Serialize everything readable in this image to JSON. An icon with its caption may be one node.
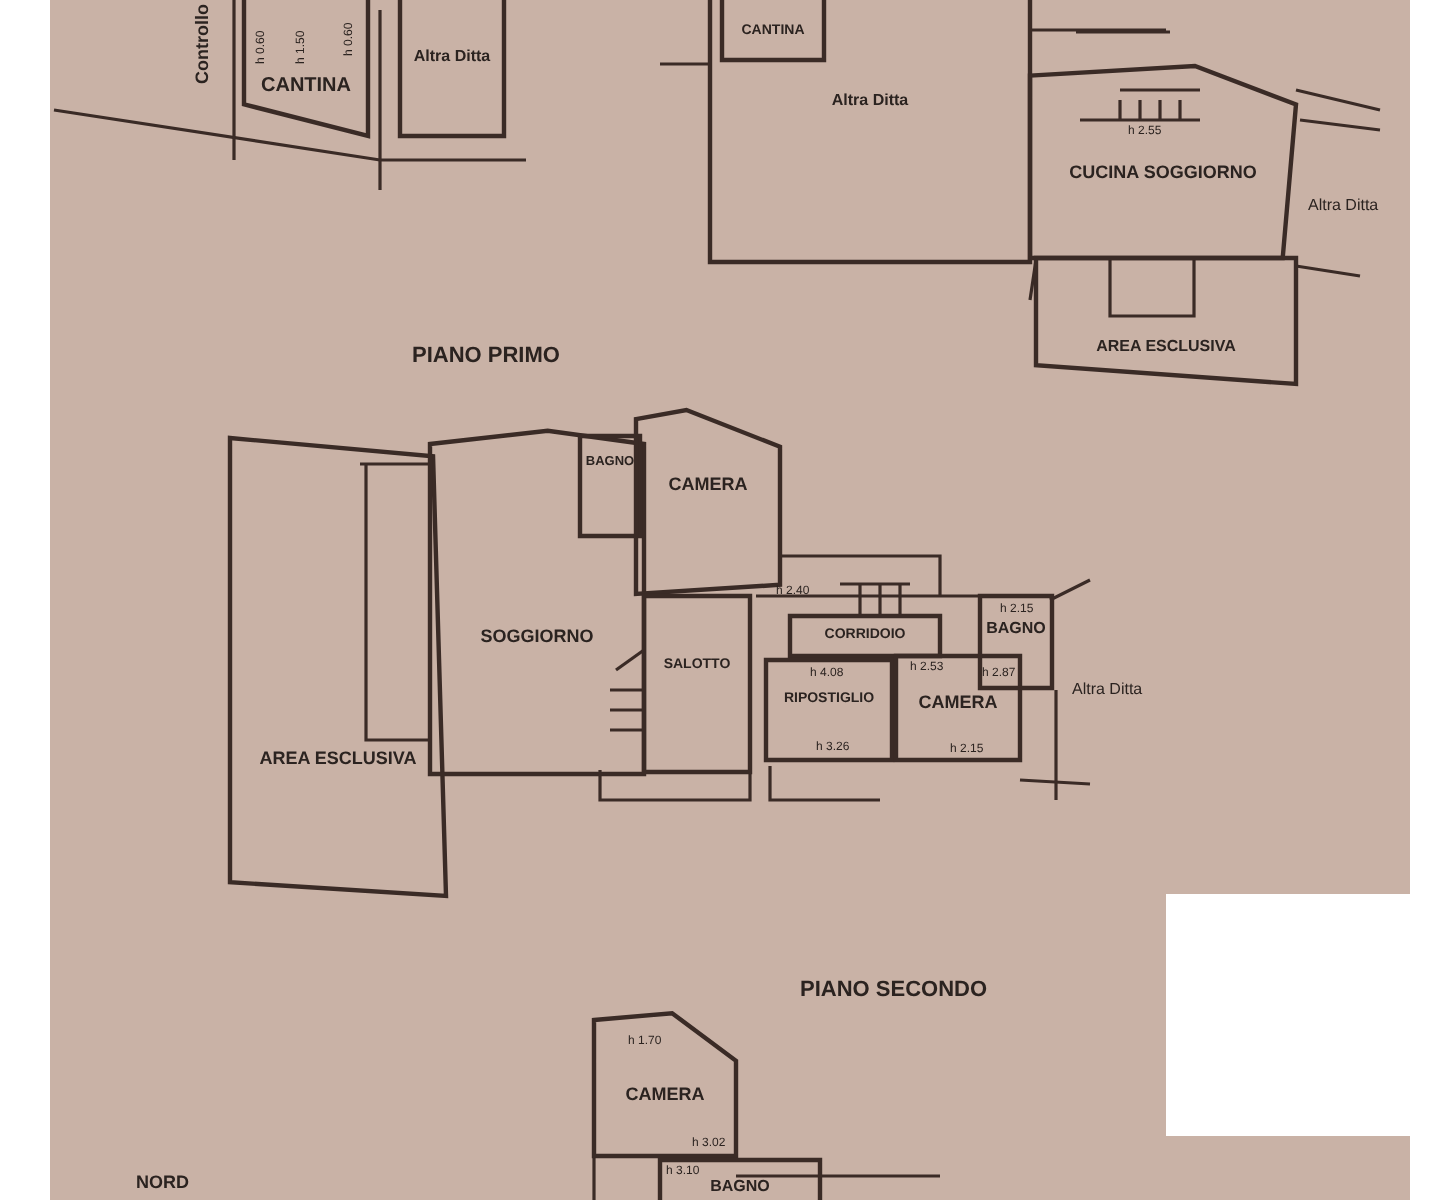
{
  "diagram": {
    "nodes": [
      {
        "text": [
          "CANTINA"
        ]
      },
      {
        "text": [
          "Altra Ditta"
        ]
      },
      {
        "text": [
          "Altra Ditta"
        ]
      },
      {
        "text": [
          "CANTINA"
        ],
        "in": 2
      },
      {
        "text": [
          "CUCINA SOGGIORNO"
        ]
      },
      {
        "text": [
          "AREA ESCLUSIVA"
        ]
      },
      {
        "text": [
          "AREA ESCLUSIVA"
        ]
      },
      {
        "text": [
          "SOGGIORNO"
        ]
      },
      {
        "text": [
          "BAGNO"
        ],
        "in": 7
      },
      {
        "text": [
          "CAMERA"
        ]
      },
      {
        "text": [
          "SALOTTO"
        ]
      },
      {
        "text": [
          "CORRIDOIO"
        ]
      },
      {
        "text": [
          "RIPOSTIGLIO"
        ]
      },
      {
        "text": [
          "CAMERA"
        ]
      },
      {
        "text": [
          "BAGNO"
        ]
      },
      {
        "text": [
          "CAMERA"
        ]
      },
      {
        "text": [
          "BAGNO"
        ]
      }
    ],
    "labels": [
      "Controllo",
      "h 0.60",
      "h 1.50",
      "h 0.60",
      "h 2.55",
      "Altra Ditta",
      "PIANO PRIMO",
      "h 2.40",
      "h 2.15",
      "h 2.53",
      "h 4.08",
      "h 2.87",
      "Altra Ditta",
      "h 3.26",
      "h 2.15",
      "PIANO SECONDO",
      "h 1.70",
      "h 3.02",
      "h 3.10",
      "NORD"
    ]
  }
}
